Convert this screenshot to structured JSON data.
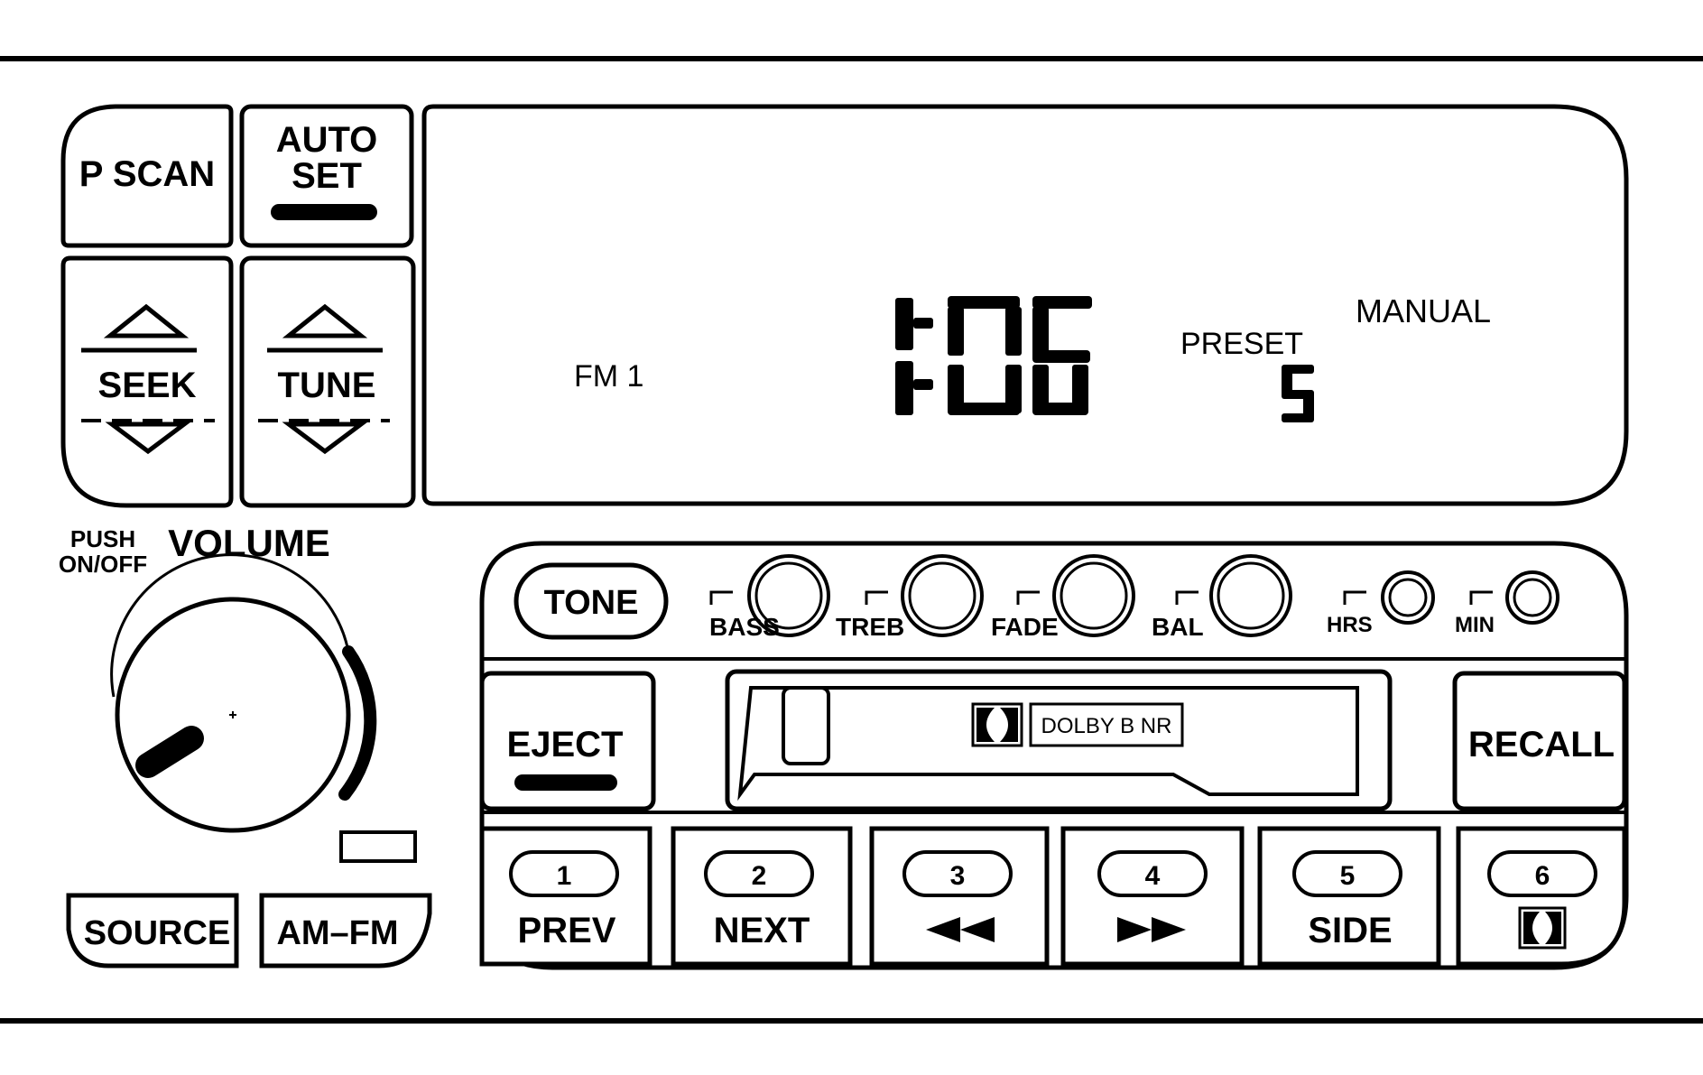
{
  "buttons": {
    "pscan": "P SCAN",
    "autoset_line1": "AUTO",
    "autoset_line2": "SET",
    "seek": "SEEK",
    "tune": "TUNE",
    "source": "SOURCE",
    "amfm": "AM–FM",
    "tone": "TONE",
    "eject": "EJECT",
    "recall": "RECALL"
  },
  "display": {
    "band": "FM 1",
    "frequency": "106",
    "preset_label": "PRESET",
    "preset_number": "5",
    "mode": "MANUAL"
  },
  "volume": {
    "push_line1": "PUSH",
    "push_line2": "ON/OFF",
    "label": "VOLUME"
  },
  "knobs": [
    {
      "label": "BASS"
    },
    {
      "label": "TREB"
    },
    {
      "label": "FADE"
    },
    {
      "label": "BAL"
    },
    {
      "label": "HRS"
    },
    {
      "label": "MIN"
    }
  ],
  "cassette": {
    "dolby_label": "DOLBY B NR"
  },
  "presets": [
    {
      "number": "1",
      "label": "PREV",
      "icon": "none"
    },
    {
      "number": "2",
      "label": "NEXT",
      "icon": "none"
    },
    {
      "number": "3",
      "label": "",
      "icon": "rewind-icon"
    },
    {
      "number": "4",
      "label": "",
      "icon": "fast-forward-icon"
    },
    {
      "number": "5",
      "label": "SIDE",
      "icon": "none"
    },
    {
      "number": "6",
      "label": "",
      "icon": "dolby-icon"
    }
  ],
  "colors": {
    "ink": "#000000",
    "panel": "#ffffff"
  }
}
